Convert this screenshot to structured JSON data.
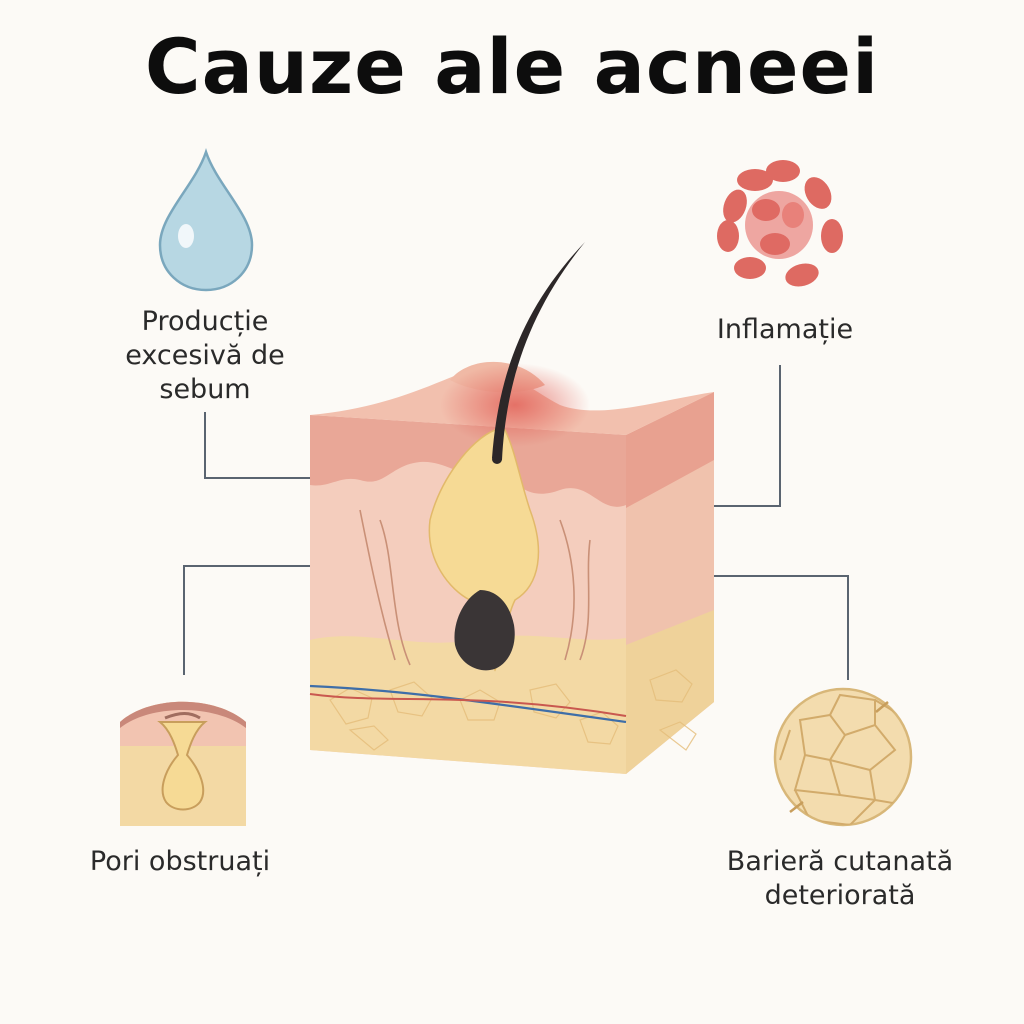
{
  "title": "Cauze ale acneei",
  "causes": {
    "sebum": {
      "label": "Producție excesivă de sebum",
      "icon": "oil-drop-icon"
    },
    "inflammation": {
      "label": "Inflamație",
      "icon": "inflammation-cells-icon"
    },
    "clogged_pores": {
      "label": "Pori obstruați",
      "icon": "clogged-pore-icon"
    },
    "barrier": {
      "label": "Barieră cutanată deteriorată",
      "icon": "cracked-skin-icon"
    }
  },
  "colors": {
    "background": "#fcfaf6",
    "epidermis": "#eaa898",
    "dermis": "#f2c9b8",
    "fat": "#f3d9a4",
    "sebum": "#f3d48e",
    "inflammation": "#de6a62",
    "drop": "#b7d7e3",
    "connector": "#5a6470"
  }
}
